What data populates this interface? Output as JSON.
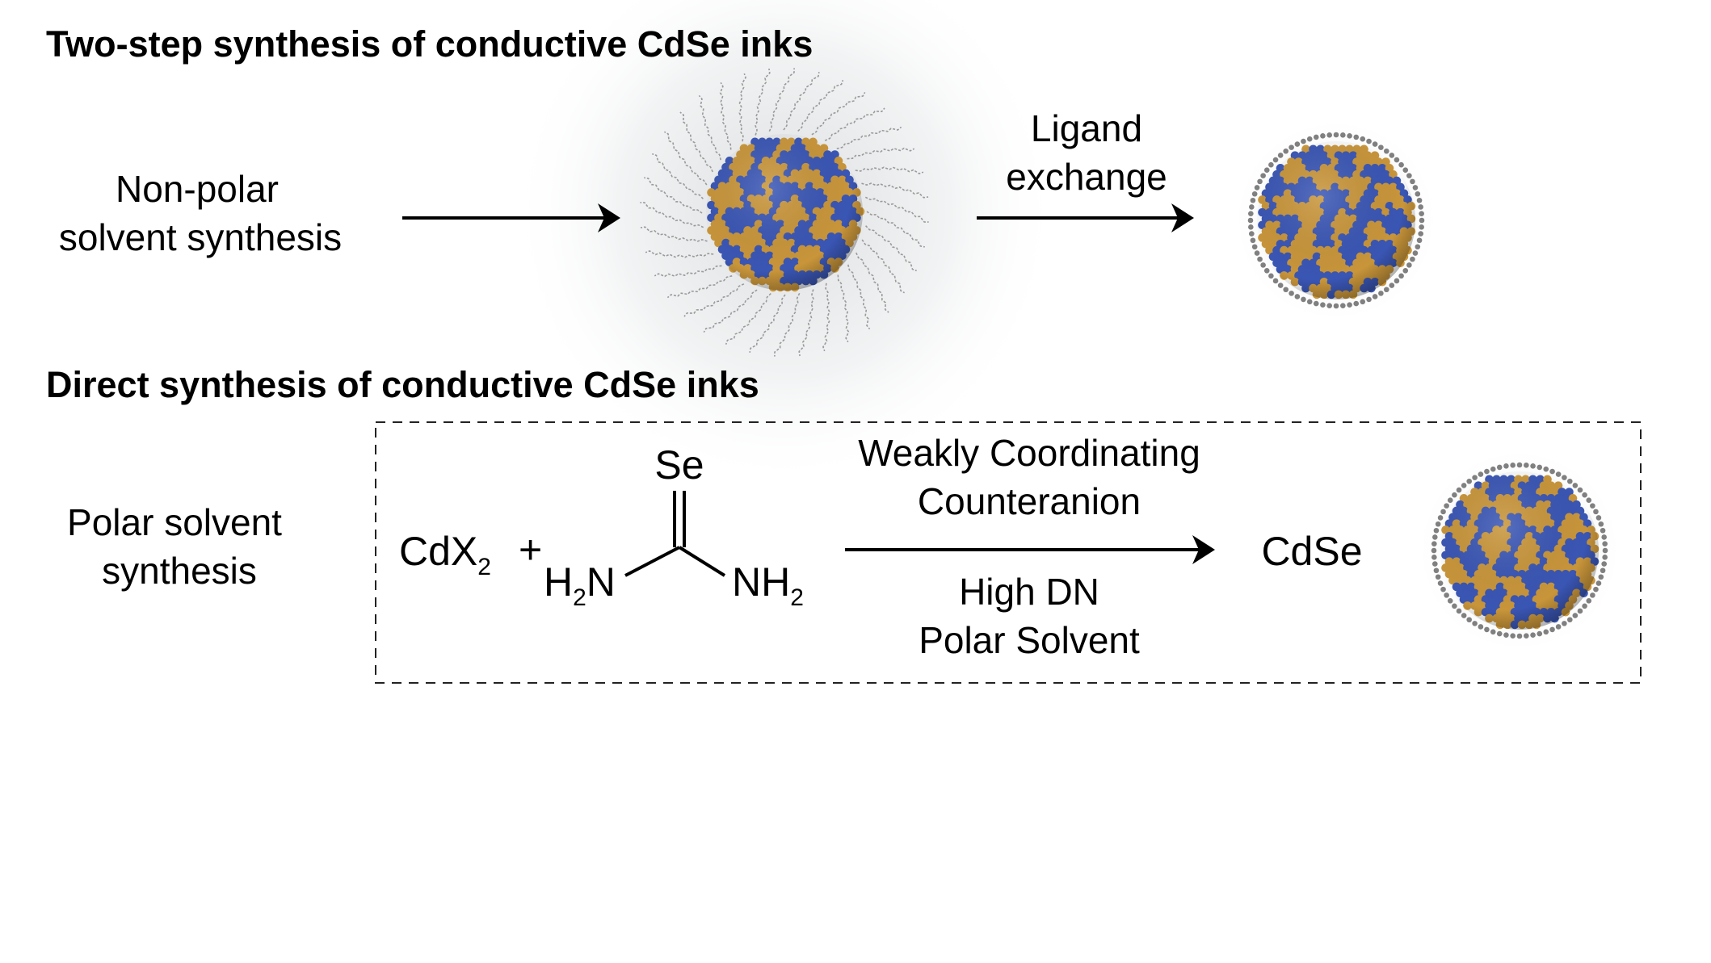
{
  "two_step": {
    "title": "Two-step synthesis of conductive CdSe inks",
    "start_label_line1": "Non-polar",
    "start_label_line2": "solvent synthesis",
    "step_label_line1": "Ligand",
    "step_label_line2": "exchange"
  },
  "direct": {
    "title": "Direct synthesis of conductive CdSe inks",
    "start_label_line1": "Polar solvent",
    "start_label_line2": "synthesis",
    "reactant1": "CdX",
    "reactant1_sub": "2",
    "plus": "+",
    "selenourea": {
      "top": "Se",
      "left_h": "H",
      "left_sub": "2",
      "left_n": "N",
      "right_nh": "NH",
      "right_sub": "2"
    },
    "above_arrow_line1": "Weakly Coordinating",
    "above_arrow_line2": "Counteranion",
    "below_arrow_line1": "High DN",
    "below_arrow_line2": "Polar Solvent",
    "product": "CdSe"
  },
  "colors": {
    "cd": "#c8953a",
    "se": "#3a56b4",
    "ligand": "#9a9a9a",
    "shell": "#808080"
  }
}
